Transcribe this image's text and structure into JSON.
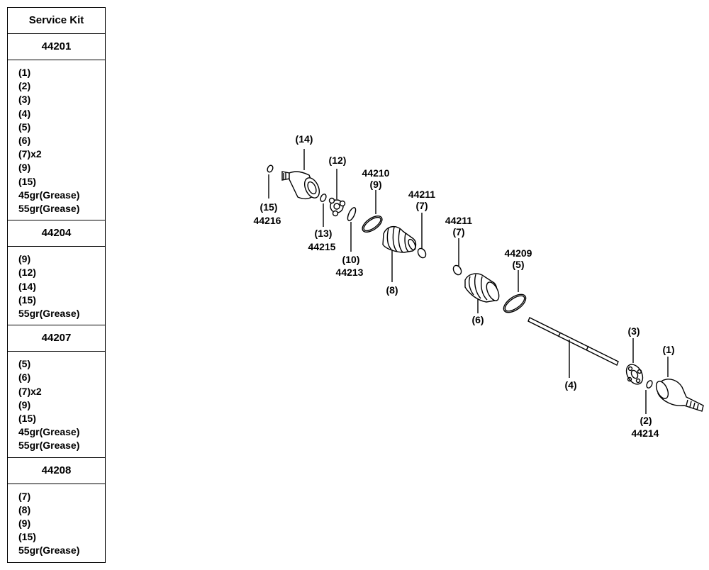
{
  "service_kit": {
    "title": "Service Kit",
    "kits": [
      {
        "code": "44201",
        "items": [
          "(1)",
          "(2)",
          "(3)",
          "(4)",
          "(5)",
          "(6)",
          "(7)x2",
          "(9)",
          "(15)",
          "45gr(Grease)",
          "55gr(Grease)"
        ]
      },
      {
        "code": "44204",
        "items": [
          "(9)",
          "(12)",
          "(14)",
          "(15)",
          "55gr(Grease)"
        ]
      },
      {
        "code": "44207",
        "items": [
          "(5)",
          "(6)",
          "(7)x2",
          "(9)",
          "(15)",
          "45gr(Grease)",
          "55gr(Grease)"
        ]
      },
      {
        "code": "44208",
        "items": [
          "(7)",
          "(8)",
          "(9)",
          "(15)",
          "55gr(Grease)"
        ]
      }
    ]
  },
  "parts": {
    "p1": {
      "num": "(1)"
    },
    "p2": {
      "num": "(2)",
      "code": "44214"
    },
    "p3": {
      "num": "(3)"
    },
    "p4": {
      "num": "(4)"
    },
    "p5": {
      "num": "(5)",
      "code": "44209"
    },
    "p6": {
      "num": "(6)"
    },
    "p7a": {
      "num": "(7)",
      "code": "44211"
    },
    "p7b": {
      "num": "(7)",
      "code": "44211"
    },
    "p8": {
      "num": "(8)"
    },
    "p9": {
      "num": "(9)",
      "code": "44210"
    },
    "p10": {
      "num": "(10)",
      "code": "44213"
    },
    "p12": {
      "num": "(12)"
    },
    "p13": {
      "num": "(13)",
      "code": "44215"
    },
    "p14": {
      "num": "(14)"
    },
    "p15": {
      "num": "(15)",
      "code": "44216"
    }
  }
}
